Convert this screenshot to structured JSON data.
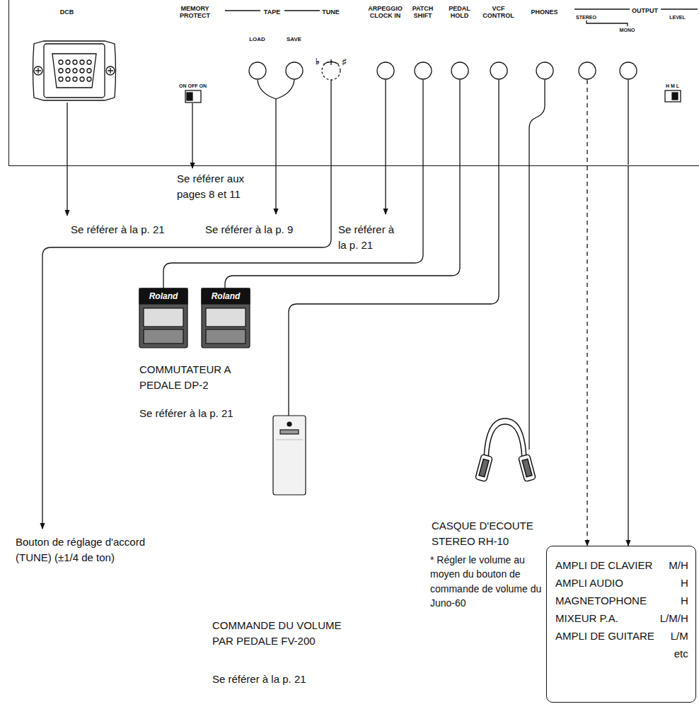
{
  "diagram": {
    "nodes": [
      {
        "text": [
          "DCB",
          "MEMORY PROTECT",
          "TAPE",
          "TUNE",
          "ARPEGGIO CLOCK IN",
          "PATCH SHIFT",
          "PEDAL HOLD",
          "VCF CONTROL",
          "PHONES",
          "OUTPUT",
          "STEREO",
          "LEVEL",
          "MONO",
          "LOAD",
          "SAVE",
          "♭",
          "♯",
          "ON OFF ON",
          "H M L"
        ]
      },
      {
        "text": [
          "AMPLI DE CLAVIER",
          "M/H",
          "AMPLI AUDIO",
          "H",
          "MAGNETOPHONE",
          "H",
          "MIXEUR P.A.",
          "L/M/H",
          "AMPLI DE GUITARE",
          "L/M",
          "etc"
        ]
      }
    ],
    "edges": [
      {
        "from": 0,
        "to": 1,
        "arrow": "to"
      },
      {
        "from": 0,
        "to": 1,
        "arrow": "to"
      }
    ],
    "labels": [
      "Se référer aux pages 8 et 11",
      "Se référer à la p. 21",
      "Se référer à la p. 9",
      "Se référer à la p. 21",
      "Roland",
      "Roland",
      "COMMUTATEUR A PEDALE DP-2",
      "Se référer à la p. 21",
      "CASQUE D'ECOUTE STEREO RH-10",
      "* Régler le volume au moyen du bouton de commande de volume du Juno-60",
      "Bouton de réglage d'accord (TUNE) (±1/4 de ton)",
      "COMMANDE DU VOLUME PAR PEDALE FV-200",
      "Se référer à la p. 21"
    ]
  }
}
